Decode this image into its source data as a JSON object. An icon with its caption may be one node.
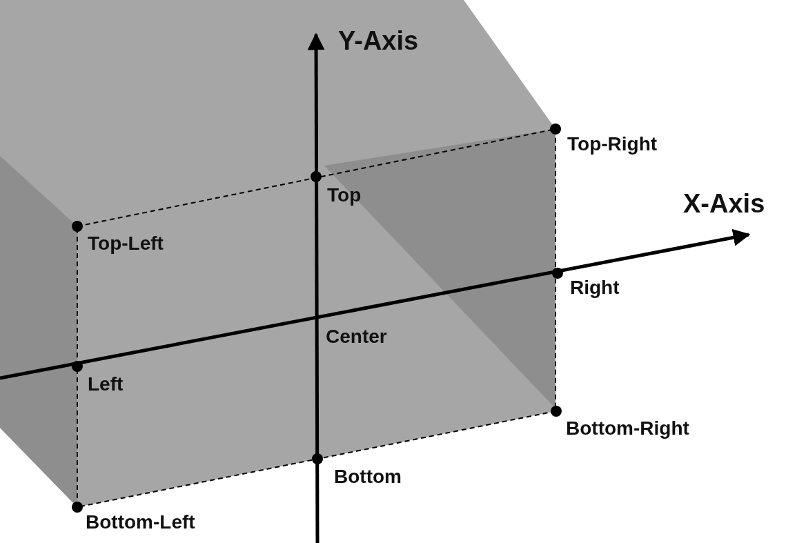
{
  "diagram": {
    "labels": [
      "Y-Axis",
      "Top-Right",
      "Top",
      "X-Axis",
      "Top-Left",
      "Right",
      "Center",
      "Left",
      "Bottom-Right",
      "Bottom",
      "Bottom-Left"
    ]
  }
}
